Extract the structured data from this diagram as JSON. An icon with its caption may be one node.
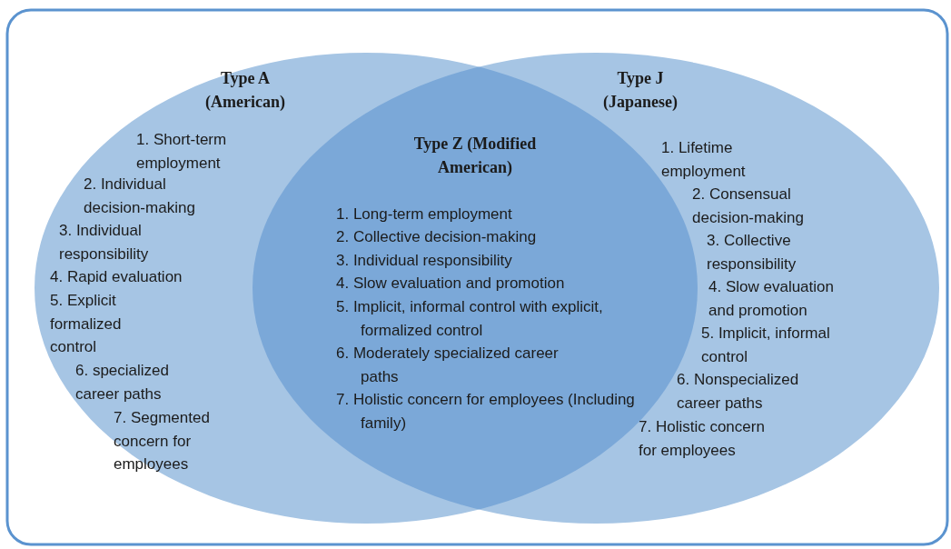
{
  "diagram": {
    "nodes": [
      {
        "text": [
          "Type A (American)",
          "1. Short-term employment",
          "2. Individual decision-making",
          "3. Individual responsibility",
          "4. Rapid evaluation",
          "5. Explicit formalized control",
          "6. specialized career paths",
          "7. Segmented concern for employees"
        ]
      },
      {
        "text": [
          "Type J (Japanese)",
          "1. Lifetime employment",
          "2. Consensual decision-making",
          "3. Collective responsibility",
          "4. Slow evaluation and promotion",
          "5. Implicit, informal control",
          "6. Nonspecialized career paths",
          "7. Holistic concern for employees"
        ]
      },
      {
        "text": [
          "Type Z (Modified American)",
          "1. Long-term employment",
          "2. Collective decision-making",
          "3. Individual responsibility",
          "4. Slow evaluation and promotion",
          "5. Implicit, informal control with explicit, formalized control",
          "6. Moderately specialized career paths",
          "7. Holistic concern for employees (Including family)"
        ]
      }
    ],
    "edges": []
  }
}
